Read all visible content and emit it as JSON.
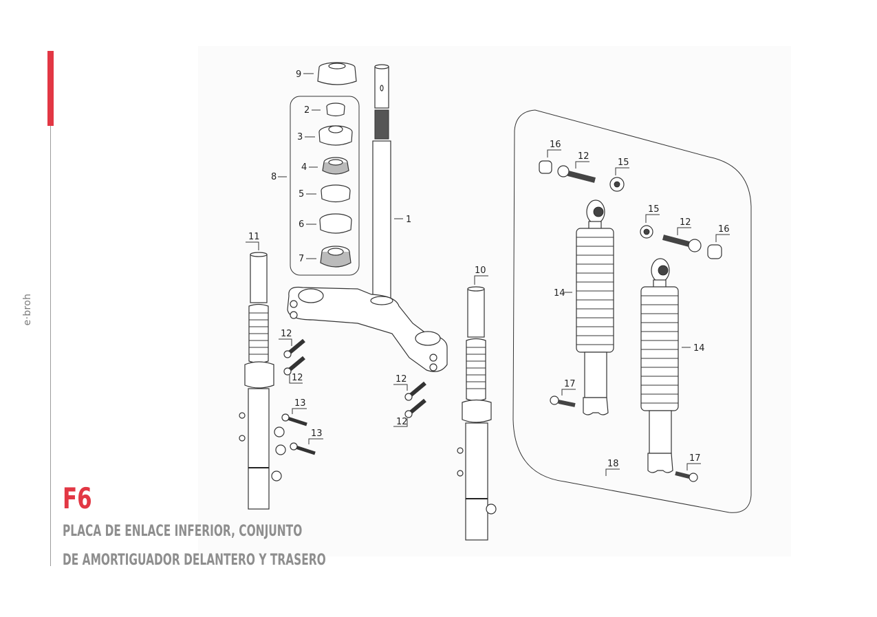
{
  "brand": "e·broh",
  "section": {
    "code": "F6",
    "title_line1": "PLACA DE ENLACE INFERIOR, CONJUNTO",
    "title_line2": "DE AMORTIGUADOR DELANTERO Y TRASERO"
  },
  "colors": {
    "accent": "#e23744",
    "title_gray": "#8e8e8e",
    "line_gray": "#9a9a9a"
  },
  "callouts": {
    "stem": "1",
    "p2": "2",
    "p3": "3",
    "p4": "4",
    "p5": "5",
    "p6": "6",
    "p7": "7",
    "bearing_kit": "8",
    "p9": "9",
    "fork_right": "10",
    "fork_left": "11",
    "bolt12_a": "12",
    "bolt12_b": "12",
    "bolt12_c": "12",
    "bolt12_d": "12",
    "bolt12_e": "12",
    "bolt12_f": "12",
    "bolt13_a": "13",
    "bolt13_b": "13",
    "shock_a": "14",
    "shock_b": "14",
    "nut15_a": "15",
    "nut15_b": "15",
    "spacer16_a": "16",
    "spacer16_b": "16",
    "bolt17_a": "17",
    "bolt17_b": "17",
    "rear_kit": "18"
  }
}
